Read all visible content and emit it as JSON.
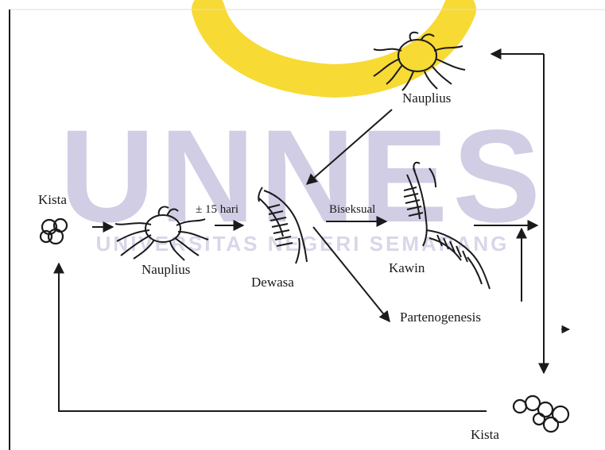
{
  "watermark": {
    "title": "UNNES",
    "subtitle": "UNIVERSITAS NEGERI SEMARANG",
    "logo_color": "#f5d100",
    "text_color": "#c8c5e0"
  },
  "labels": {
    "kista_start": "Kista",
    "nauplius_left": "Nauplius",
    "duration": "± 15 hari",
    "dewasa": "Dewasa",
    "biseksual": "Biseksual",
    "kawin": "Kawin",
    "nauplius_top": "Nauplius",
    "partenogenesis": "Partenogenesis",
    "kista_end": "Kista"
  },
  "colors": {
    "line": "#1a1a1a",
    "background": "#ffffff"
  }
}
